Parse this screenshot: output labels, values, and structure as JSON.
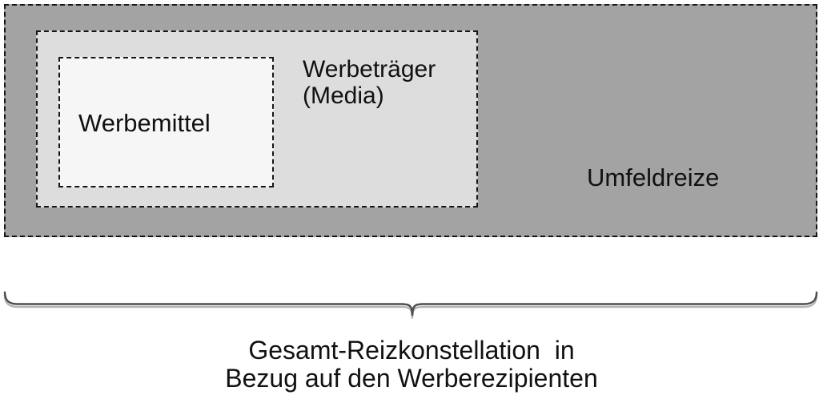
{
  "diagram": {
    "outer_box": {
      "label": "Umfeldreize",
      "fill": "#a3a3a3"
    },
    "middle_box": {
      "label_line1": "Werbeträger",
      "label_line2": "(Media)",
      "fill": "#dddddd"
    },
    "inner_box": {
      "label": "Werbemittel",
      "fill": "#f6f6f6"
    },
    "border_color": "#161616",
    "brace_color": "#4d4d4d"
  },
  "caption": {
    "line1": "Gesamt-Reizkonstellation  in",
    "line2": "Bezug auf den Werberezipienten"
  }
}
